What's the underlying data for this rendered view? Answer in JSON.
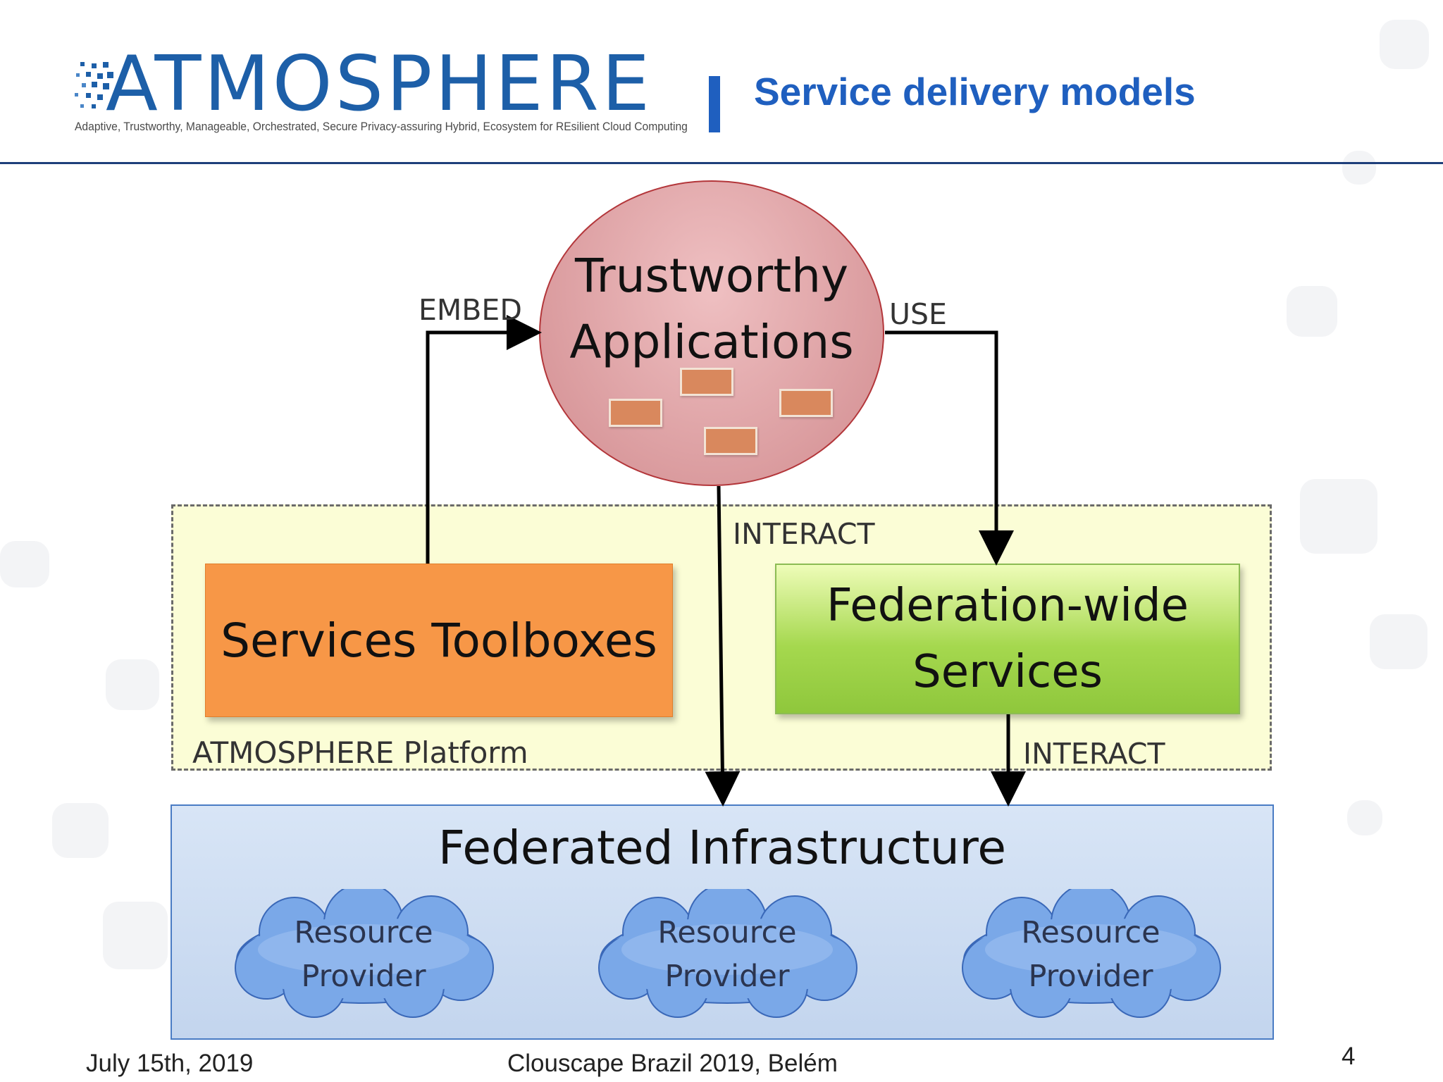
{
  "header": {
    "logo_text": "ATMOSPHERE",
    "logo_subtitle": "Adaptive, Trustworthy, Manageable, Orchestrated, Secure Privacy-assuring Hybrid, Ecosystem for REsilient Cloud Computing",
    "slide_title": "Service delivery models"
  },
  "diagram": {
    "apps_line1": "Trustworthy",
    "apps_line2": "Applications",
    "embed_label": "EMBED",
    "use_label": "USE",
    "interact_label_1": "INTERACT",
    "interact_label_2": "INTERACT",
    "toolboxes": "Services Toolboxes",
    "federation_line1": "Federation-wide",
    "federation_line2": "Services",
    "platform_label": "ATMOSPHERE Platform",
    "infra_title": "Federated Infrastructure",
    "providers": [
      {
        "line1": "Resource",
        "line2": "Provider"
      },
      {
        "line1": "Resource",
        "line2": "Provider"
      },
      {
        "line1": "Resource",
        "line2": "Provider"
      }
    ]
  },
  "footer": {
    "date": "July 15th, 2019",
    "event": "Clouscape Brazil 2019, Belém",
    "page": "4"
  },
  "colors": {
    "accent_blue": "#1f5fbf",
    "toolbox_orange": "#f79747",
    "federation_green": "#a5d84e",
    "apps_red": "#d9999c",
    "infra_blue": "#c3d5ee",
    "platform_yellow": "#fbfdd6"
  }
}
